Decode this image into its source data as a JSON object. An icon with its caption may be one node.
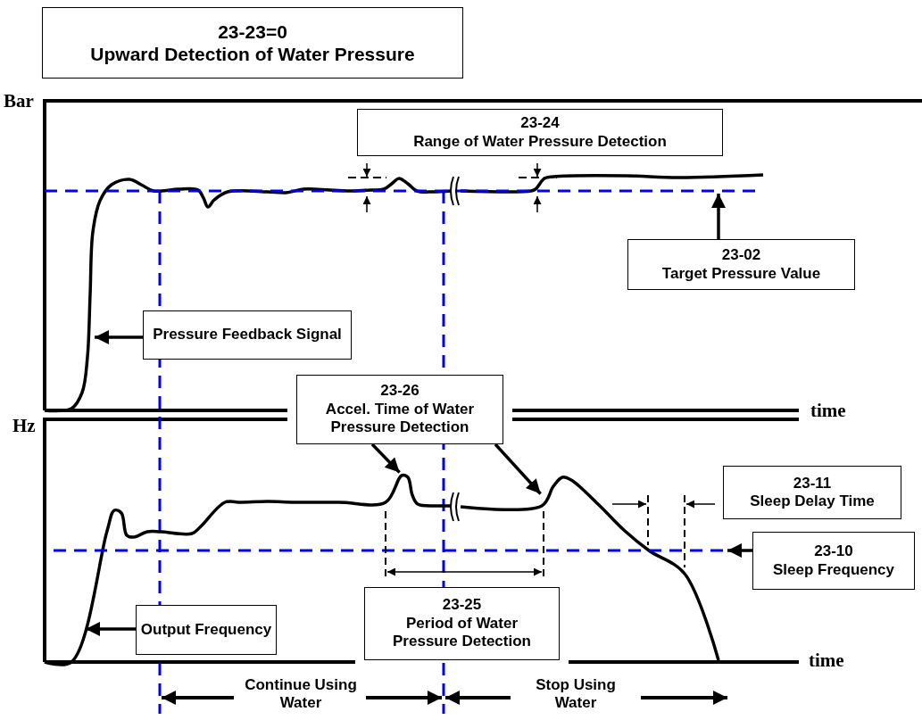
{
  "diagram": {
    "nodes": [
      {
        "text": [
          "23-23=0",
          "Upward Detection of Water Pressure"
        ]
      },
      {
        "text": [
          "23-24",
          "Range of Water Pressure Detection"
        ]
      },
      {
        "text": [
          "23-02",
          "Target Pressure Value"
        ]
      },
      {
        "text": [
          "Pressure Feedback Signal"
        ]
      },
      {
        "text": [
          "23-26",
          "Accel. Time of Water Pressure Detection"
        ]
      },
      {
        "text": [
          "23-11",
          "Sleep Delay Time"
        ]
      },
      {
        "text": [
          "23-10",
          "Sleep Frequency"
        ]
      },
      {
        "text": [
          "Output Frequency"
        ]
      },
      {
        "text": [
          "23-25",
          "Period of Water Pressure Detection"
        ]
      }
    ],
    "edges": [
      {
        "from": 3,
        "to": null,
        "arrow": "to"
      },
      {
        "from": 2,
        "to": null,
        "arrow": "to"
      },
      {
        "from": 4,
        "to": null,
        "arrow": "to"
      },
      {
        "from": 4,
        "to": null,
        "arrow": "to"
      },
      {
        "from": 6,
        "to": null,
        "arrow": "to"
      },
      {
        "from": 7,
        "to": null,
        "arrow": "to"
      }
    ],
    "labels": [
      "Bar",
      "time",
      "Hz",
      "time",
      "Continue Using Water",
      "Stop Using Water"
    ]
  }
}
